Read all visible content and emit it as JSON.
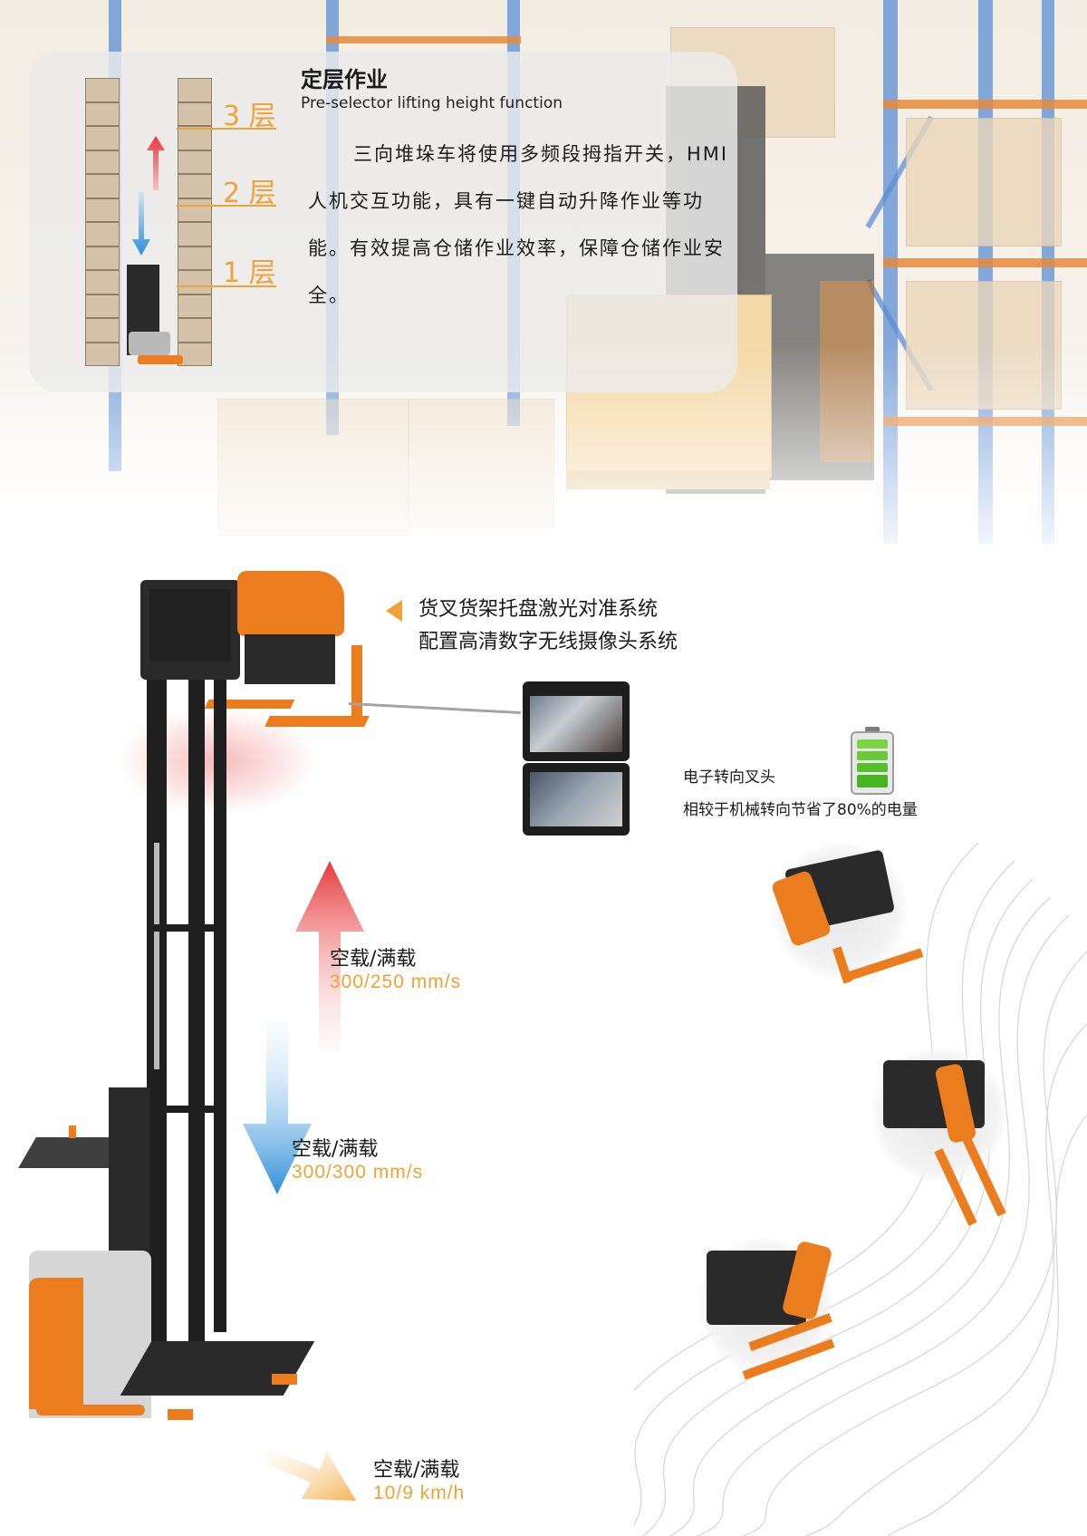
{
  "intro": {
    "title": "定层作业",
    "subtitle": "Pre-selector lifting height function",
    "body": "三向堆垛车将使用多频段拇指开关，HMI人机交互功能，具有一键自动升降作业等功能。有效提高仓储作业效率，保障仓储作业安全。",
    "levels": [
      "3 层",
      "2 层",
      "1 层"
    ]
  },
  "laser_callout": {
    "line1": "货叉货架托盘激光对准系统",
    "line2": "配置高清数字无线摄像头系统"
  },
  "steering": {
    "line1": "电子转向叉头",
    "line2": "相较于机械转向节省了80%的电量"
  },
  "lift_up": {
    "label": "空载/满载",
    "value": "300/250 mm/s"
  },
  "lift_down": {
    "label": "空载/满载",
    "value": "300/300 mm/s"
  },
  "travel": {
    "label": "空载/满载",
    "value": "10/9 km/h"
  },
  "colors": {
    "accent": "#f0a236",
    "brand_orange": "#ec7d1f",
    "rack_blue": "#5b8fd6",
    "up_red": "#e8383b",
    "down_blue": "#2f8fd8"
  },
  "icons": [
    "up-arrow-icon",
    "down-arrow-icon",
    "right-arrow-icon",
    "triangle-pointer-icon",
    "battery-icon"
  ]
}
